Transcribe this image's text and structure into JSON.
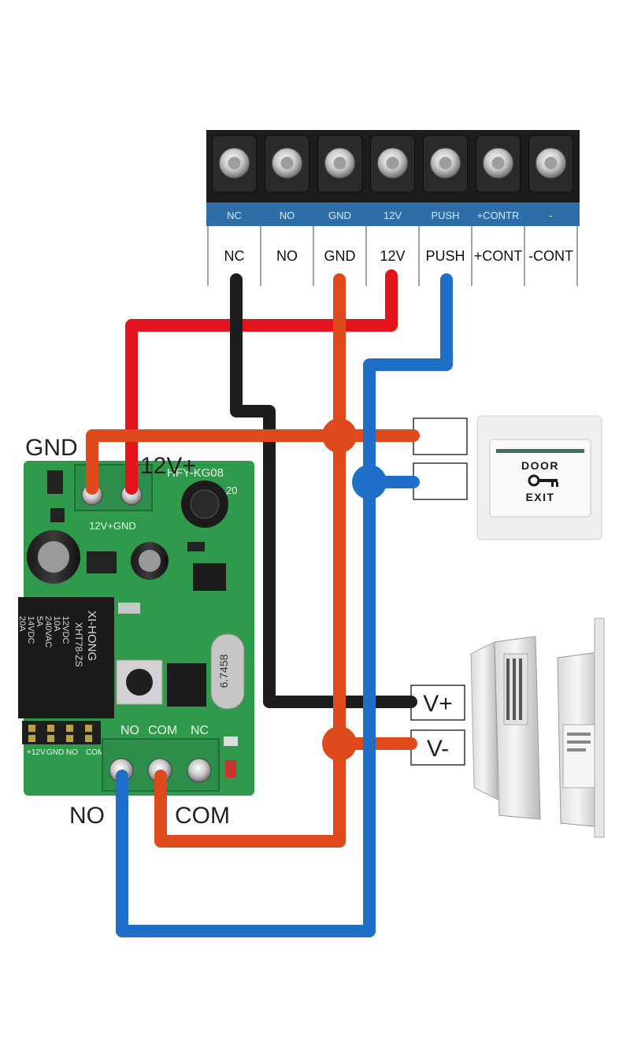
{
  "colors": {
    "wire_red": "#e3141b",
    "wire_orange": "#de4a1c",
    "wire_blue": "#1f6ec7",
    "wire_black": "#1d1d1d",
    "pcb_green": "#2f9a4c",
    "terminal_blue": "#2d6ea8",
    "terminal_dark": "#1c1c1c"
  },
  "terminal_block": {
    "printed_labels": [
      "NC",
      "NO",
      "GND",
      "12V",
      "PUSH",
      "+CONTR",
      "-"
    ],
    "table_labels": [
      "NC",
      "NO",
      "GND",
      "12V",
      "PUSH",
      "+CONT",
      "-CONT"
    ]
  },
  "relay_board": {
    "model": "HFY-KG08",
    "model_suffix": "20",
    "power_label": "12V+GND",
    "power_gnd_label": "GND",
    "power_12v_label": "12V+",
    "output_labels": [
      "NO",
      "COM",
      "NC"
    ],
    "output_no_label": "NO",
    "output_com_label": "COM",
    "relay_brand": "XI-HONG",
    "relay_model": "XHT78-ZS",
    "relay_specs": [
      "12VDC",
      "10A",
      "240VAC",
      "5A",
      "14VDC",
      "20A"
    ],
    "crystal_text": "6.7458",
    "header_labels": [
      "+12V",
      "GND",
      "NO",
      "COM"
    ]
  },
  "exit_button": {
    "line1": "DOOR",
    "line2": "EXIT",
    "icon": "key-icon"
  },
  "lock": {
    "vplus_label": "V+",
    "vminus_label": "V-"
  }
}
